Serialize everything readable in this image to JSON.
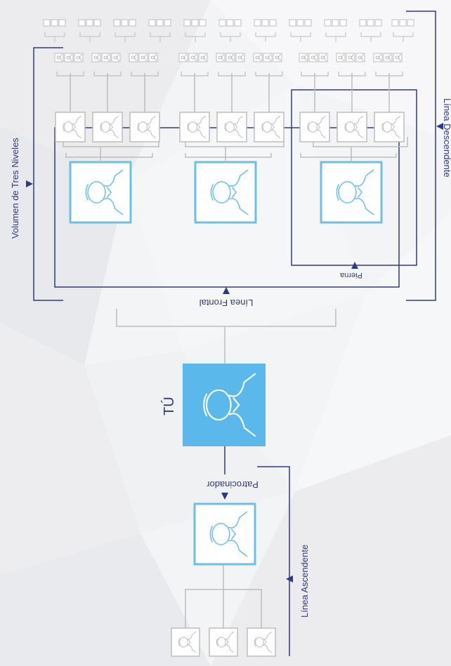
{
  "labels": {
    "you": "TÚ",
    "sponsor": "Patrocinador",
    "ascending_line": "Línea Ascendente",
    "front_line": "Línea Frontal",
    "leg": "Pierna",
    "three_level_volume": "Volumen de Tres Niveles",
    "descending_line": "Línea Descendente"
  },
  "colors": {
    "you_fill": "#5bb8ea",
    "primary_blue": "#6bbfe8",
    "navy": "#2e3a84",
    "gray": "#bdbdbd",
    "background": "#f3f4f6"
  },
  "icons": {
    "person": "person-avatar-icon"
  }
}
